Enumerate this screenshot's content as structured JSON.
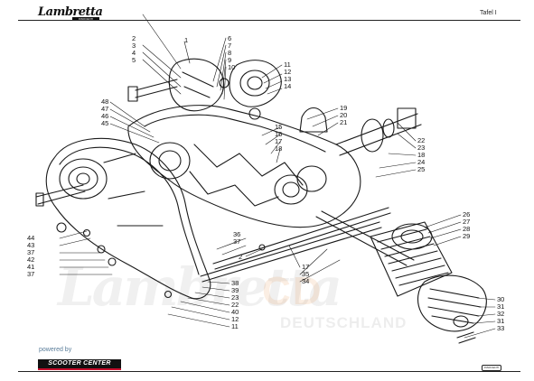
{
  "header": {
    "brand": "Lambretta",
    "brand_sub": "INNOCENTI",
    "plate": "Tafel I"
  },
  "watermark": {
    "main": "Lambretta",
    "cd": "CD",
    "de": "DEUTSCHLAND"
  },
  "footer": {
    "powered_by": "powered by",
    "sponsor": "SCOOTER CENTER",
    "mini_logo": "INNOCENTI"
  },
  "callouts": {
    "left": [
      "44",
      "43",
      "37",
      "42",
      "41",
      "37"
    ],
    "top_left": [
      "2",
      "3",
      "4",
      "5",
      "1"
    ],
    "top_mid": [
      "6",
      "7",
      "8",
      "9",
      "10"
    ],
    "top_right": [
      "11",
      "12",
      "13",
      "14"
    ],
    "left_mid": [
      "48",
      "47",
      "46",
      "45"
    ],
    "center": [
      "15",
      "16",
      "17",
      "18"
    ],
    "center_right": [
      "19",
      "20",
      "21"
    ],
    "right_top": [
      "22",
      "23",
      "18",
      "24",
      "25"
    ],
    "middle_left": [
      "36",
      "37"
    ],
    "middle": [
      "2"
    ],
    "lower_mid": [
      "17",
      "35",
      "34"
    ],
    "right_mid": [
      "26",
      "27",
      "28",
      "29"
    ],
    "lower_left": [
      "38",
      "39",
      "23",
      "22",
      "40",
      "12",
      "11"
    ],
    "lower_right": [
      "30",
      "31",
      "32",
      "31",
      "33"
    ]
  }
}
